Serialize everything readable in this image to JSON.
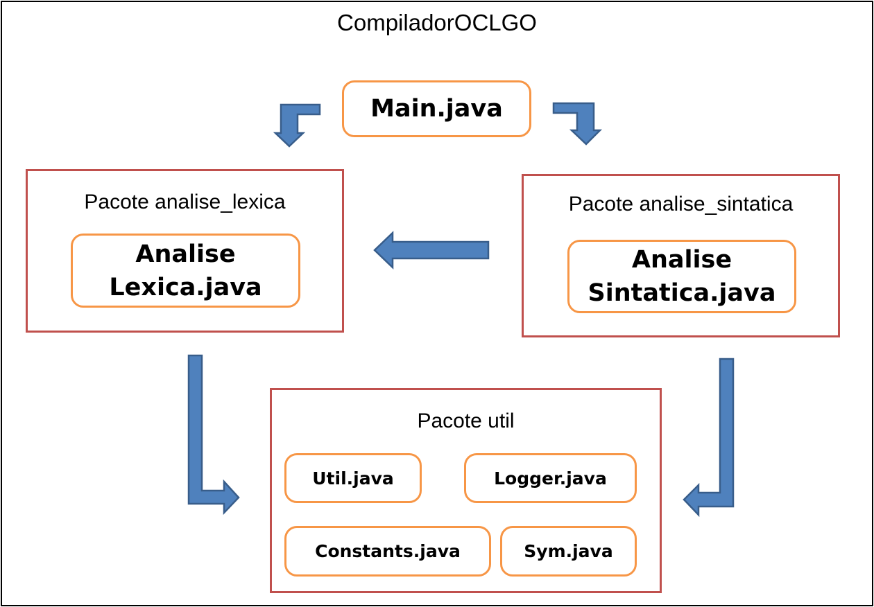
{
  "title": "CompiladorOCLGO",
  "main_file": "Main.java",
  "packages": {
    "lexica": {
      "label": "Pacote analise_lexica",
      "file_line1": "Analise",
      "file_line2": "Lexica.java"
    },
    "sintatica": {
      "label": "Pacote analise_sintatica",
      "file_line1": "Analise",
      "file_line2": "Sintatica.java"
    },
    "util": {
      "label": "Pacote util",
      "files": [
        "Util.java",
        "Logger.java",
        "Constants.java",
        "Sym.java"
      ]
    }
  },
  "colors": {
    "package_border": "#c0504d",
    "file_border": "#f79646",
    "arrow_fill": "#4f81bd",
    "arrow_stroke": "#385d8a"
  }
}
